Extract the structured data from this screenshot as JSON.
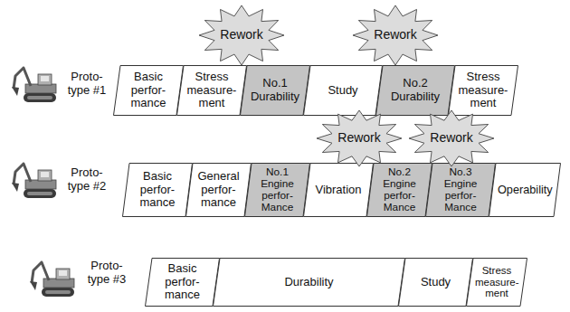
{
  "diagram": {
    "nodes": [
      {
        "text": [
          "Rework"
        ]
      },
      {
        "text": [
          "Rework"
        ]
      },
      {
        "text": [
          "Basic perfor-mance"
        ]
      },
      {
        "text": [
          "Stress measure-ment"
        ]
      },
      {
        "text": [
          "No.1 Durability"
        ]
      },
      {
        "text": [
          "Study"
        ]
      },
      {
        "text": [
          "No.2 Durability"
        ]
      },
      {
        "text": [
          "Stress measure-ment"
        ]
      },
      {
        "text": [
          "Rework"
        ]
      },
      {
        "text": [
          "Rework"
        ]
      },
      {
        "text": [
          "Basic perfor-mance"
        ]
      },
      {
        "text": [
          "General perfor-mance"
        ]
      },
      {
        "text": [
          "No.1 Engine perfor-Mance"
        ]
      },
      {
        "text": [
          "Vibration"
        ]
      },
      {
        "text": [
          "No.2 Engine perfor-Mance"
        ]
      },
      {
        "text": [
          "No.3 Engine perfor-Mance"
        ]
      },
      {
        "text": [
          "Operability"
        ]
      },
      {
        "text": [
          "Basic perfor-mance"
        ]
      },
      {
        "text": [
          "Durability"
        ]
      },
      {
        "text": [
          "Study"
        ]
      },
      {
        "text": [
          "Stress measure-ment"
        ]
      }
    ],
    "labels": [
      "Proto-type #1",
      "Proto-type #2",
      "Proto-type #3"
    ]
  }
}
